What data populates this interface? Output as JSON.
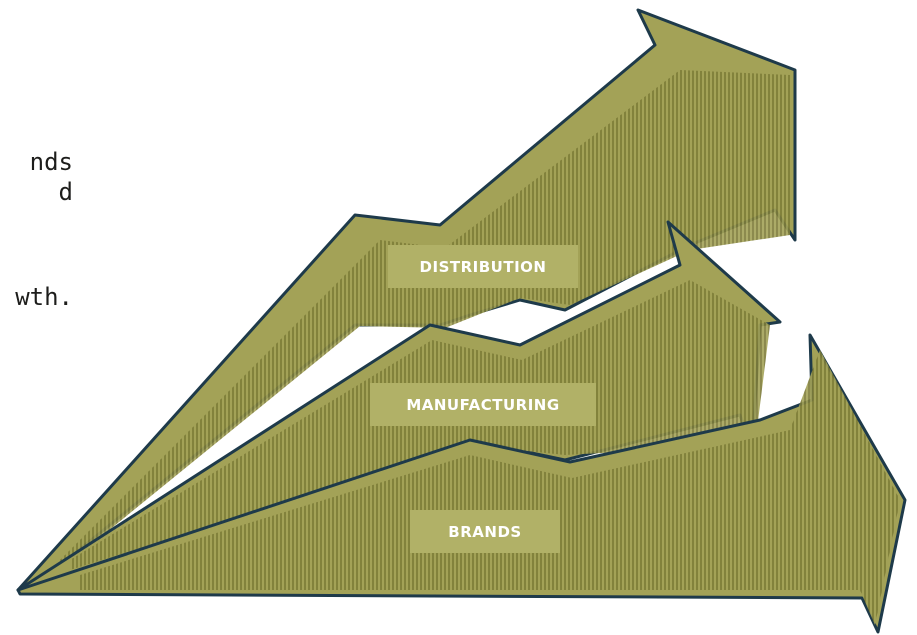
{
  "text_fragments": [
    "nds",
    "d",
    "wth."
  ],
  "arrows": {
    "distribution": "DISTRIBUTION",
    "manufacturing": "MANUFACTURING",
    "brands": "BRANDS"
  },
  "colors": {
    "arrow_fill": "#a3a257",
    "arrow_outline": "#1e3a4a",
    "hatch": "#6b6a2a",
    "label_bg": "#b1b167",
    "label_text": "#ffffff",
    "text": "#1d1d1b"
  }
}
